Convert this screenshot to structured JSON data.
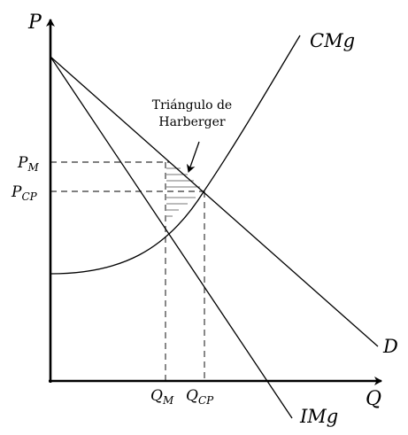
{
  "axes": {
    "y_label": "P",
    "x_label": "Q"
  },
  "curves": {
    "marginal_cost": "CMg",
    "demand": "D",
    "marginal_revenue": "IMg"
  },
  "prices": {
    "monopoly": {
      "base": "P",
      "sub": "M"
    },
    "competitive": {
      "base": "P",
      "sub": "CP"
    }
  },
  "quantities": {
    "monopoly": {
      "base": "Q",
      "sub": "M"
    },
    "competitive": {
      "base": "Q",
      "sub": "CP"
    }
  },
  "annotation": {
    "line1": "Triángulo de",
    "line2": "Harberger"
  }
}
